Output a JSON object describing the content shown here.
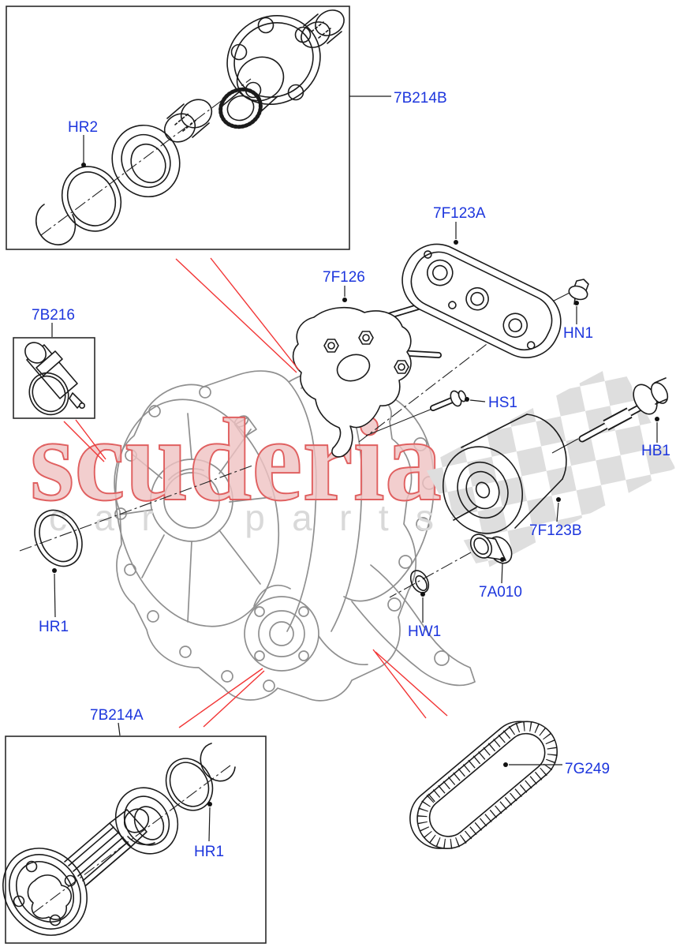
{
  "diagram": {
    "type": "exploded-parts-diagram",
    "subject": "transfer case components",
    "colors": {
      "callout_blue": "#1d36dd",
      "pointer_red": "#f23535",
      "case_gray": "#8f8f8f",
      "part_line_black": "#1b1b1b",
      "watermark_red": "#e06060",
      "watermark_fill": "#efc2c2",
      "watermark_gray": "#d9d9d9",
      "flag_gray": "#dedede",
      "background": "#ffffff"
    },
    "watermark": {
      "brand": "scuderia",
      "subtext": "car parts"
    },
    "callouts": [
      {
        "id": "HR2",
        "text": "HR2"
      },
      {
        "id": "7B214B",
        "text": "7B214B"
      },
      {
        "id": "7F123A",
        "text": "7F123A"
      },
      {
        "id": "7F126",
        "text": "7F126"
      },
      {
        "id": "HN1",
        "text": "HN1"
      },
      {
        "id": "7B216",
        "text": "7B216"
      },
      {
        "id": "HS1",
        "text": "HS1"
      },
      {
        "id": "HB1",
        "text": "HB1"
      },
      {
        "id": "7F123B",
        "text": "7F123B"
      },
      {
        "id": "7A010",
        "text": "7A010"
      },
      {
        "id": "HW1",
        "text": "HW1"
      },
      {
        "id": "HR1_left",
        "text": "HR1"
      },
      {
        "id": "7B214A",
        "text": "7B214A"
      },
      {
        "id": "HR1_lower",
        "text": "HR1"
      },
      {
        "id": "7G249",
        "text": "7G249"
      }
    ]
  }
}
